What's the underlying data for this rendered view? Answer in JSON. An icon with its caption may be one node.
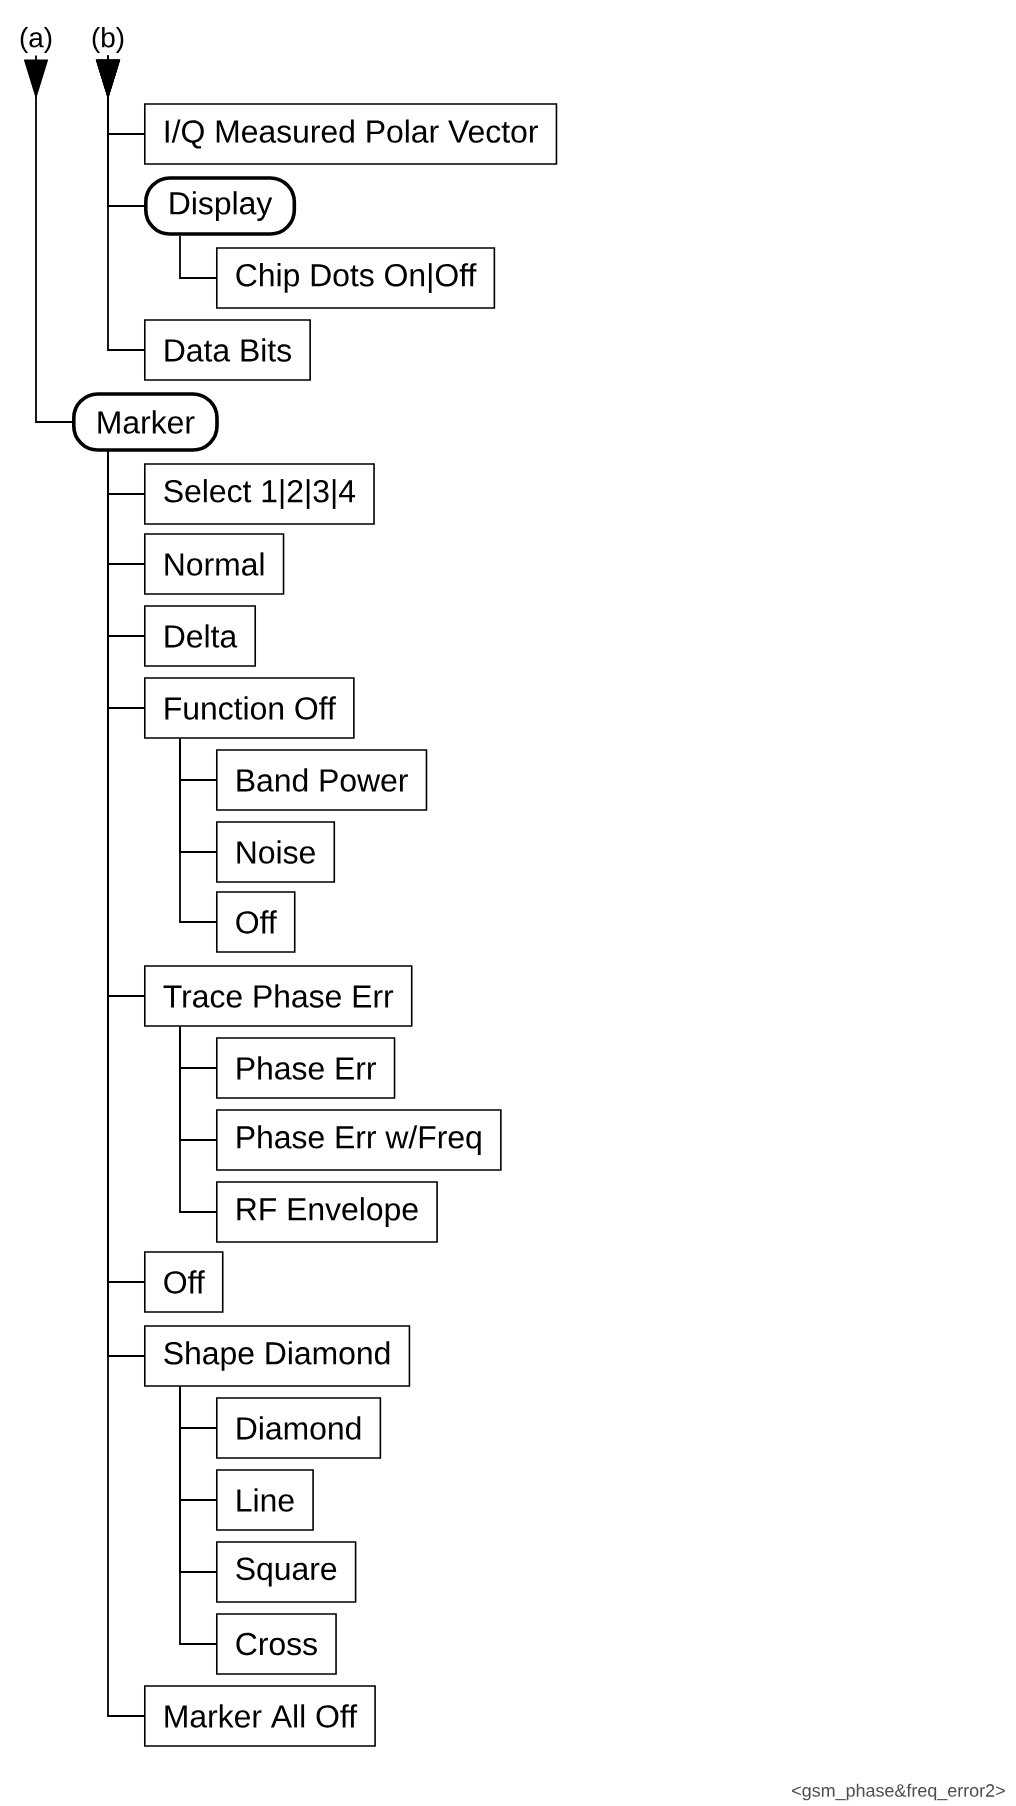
{
  "diagram": {
    "nodes": [
      {
        "text": [
          "(a)"
        ]
      },
      {
        "text": [
          "(b)"
        ]
      },
      {
        "text": [
          "I/Q Measured Polar Vector"
        ]
      },
      {
        "text": [
          "Display"
        ]
      },
      {
        "text": [
          "Chip Dots  On|Off"
        ]
      },
      {
        "text": [
          "Data Bits"
        ]
      },
      {
        "text": [
          "Marker"
        ]
      },
      {
        "text": [
          "Select  1|2|3|4"
        ]
      },
      {
        "text": [
          "Normal"
        ]
      },
      {
        "text": [
          "Delta"
        ]
      },
      {
        "text": [
          "Function  Off"
        ]
      },
      {
        "text": [
          "Band Power"
        ]
      },
      {
        "text": [
          "Noise"
        ]
      },
      {
        "text": [
          "Off"
        ]
      },
      {
        "text": [
          "Trace  Phase Err"
        ]
      },
      {
        "text": [
          "Phase Err"
        ]
      },
      {
        "text": [
          "Phase Err w/Freq"
        ]
      },
      {
        "text": [
          "RF Envelope"
        ]
      },
      {
        "text": [
          "Off"
        ]
      },
      {
        "text": [
          "Shape  Diamond"
        ]
      },
      {
        "text": [
          "Diamond"
        ]
      },
      {
        "text": [
          "Line"
        ]
      },
      {
        "text": [
          "Square"
        ]
      },
      {
        "text": [
          "Cross"
        ]
      },
      {
        "text": [
          "Marker All Off"
        ]
      }
    ],
    "edges": [
      {
        "from": 1,
        "to": 2,
        "arrow": "to"
      },
      {
        "from": 1,
        "to": 3,
        "arrow": "to"
      },
      {
        "from": 3,
        "to": 4,
        "arrow": "none"
      },
      {
        "from": 1,
        "to": 5,
        "arrow": "to"
      },
      {
        "from": 0,
        "to": 6,
        "arrow": "to"
      },
      {
        "from": 6,
        "to": 7,
        "arrow": "none"
      },
      {
        "from": 6,
        "to": 8,
        "arrow": "none"
      },
      {
        "from": 6,
        "to": 9,
        "arrow": "none"
      },
      {
        "from": 6,
        "to": 10,
        "arrow": "none"
      },
      {
        "from": 10,
        "to": 11,
        "arrow": "none"
      },
      {
        "from": 10,
        "to": 12,
        "arrow": "none"
      },
      {
        "from": 10,
        "to": 13,
        "arrow": "none"
      },
      {
        "from": 6,
        "to": 14,
        "arrow": "none"
      },
      {
        "from": 14,
        "to": 15,
        "arrow": "none"
      },
      {
        "from": 14,
        "to": 16,
        "arrow": "none"
      },
      {
        "from": 14,
        "to": 17,
        "arrow": "none"
      },
      {
        "from": 6,
        "to": 18,
        "arrow": "none"
      },
      {
        "from": 6,
        "to": 19,
        "arrow": "none"
      },
      {
        "from": 19,
        "to": 20,
        "arrow": "none"
      },
      {
        "from": 19,
        "to": 21,
        "arrow": "none"
      },
      {
        "from": 19,
        "to": 22,
        "arrow": "none"
      },
      {
        "from": 19,
        "to": 23,
        "arrow": "none"
      },
      {
        "from": 6,
        "to": 24,
        "arrow": "none"
      }
    ],
    "labels": [
      "<gsm_phase&freq_error2>"
    ]
  }
}
